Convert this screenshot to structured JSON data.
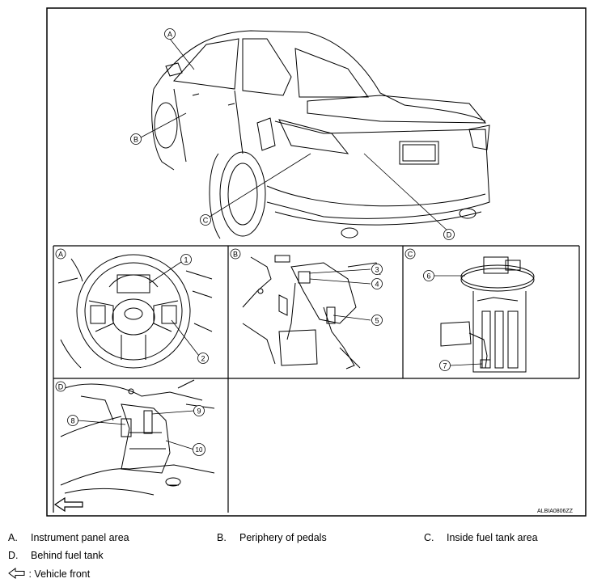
{
  "figure_code": "ALBIA0806ZZ",
  "panels": {
    "main": {
      "callouts": [
        "A",
        "B",
        "C",
        "D"
      ]
    },
    "A": {
      "label": "A",
      "callouts": [
        "1",
        "2"
      ]
    },
    "B": {
      "label": "B",
      "callouts": [
        "3",
        "4",
        "5"
      ]
    },
    "C": {
      "label": "C",
      "callouts": [
        "6",
        "7"
      ]
    },
    "D": {
      "label": "D",
      "callouts": [
        "8",
        "9",
        "10"
      ]
    }
  },
  "legend": [
    {
      "key": "A.",
      "text": "Instrument panel area"
    },
    {
      "key": "B.",
      "text": "Periphery of pedals"
    },
    {
      "key": "C.",
      "text": "Inside fuel tank area"
    },
    {
      "key": "D.",
      "text": "Behind fuel tank"
    }
  ],
  "vehicle_front_text": ": Vehicle front",
  "icons": {
    "vehicle_front": "arrow-left-outline-icon"
  }
}
